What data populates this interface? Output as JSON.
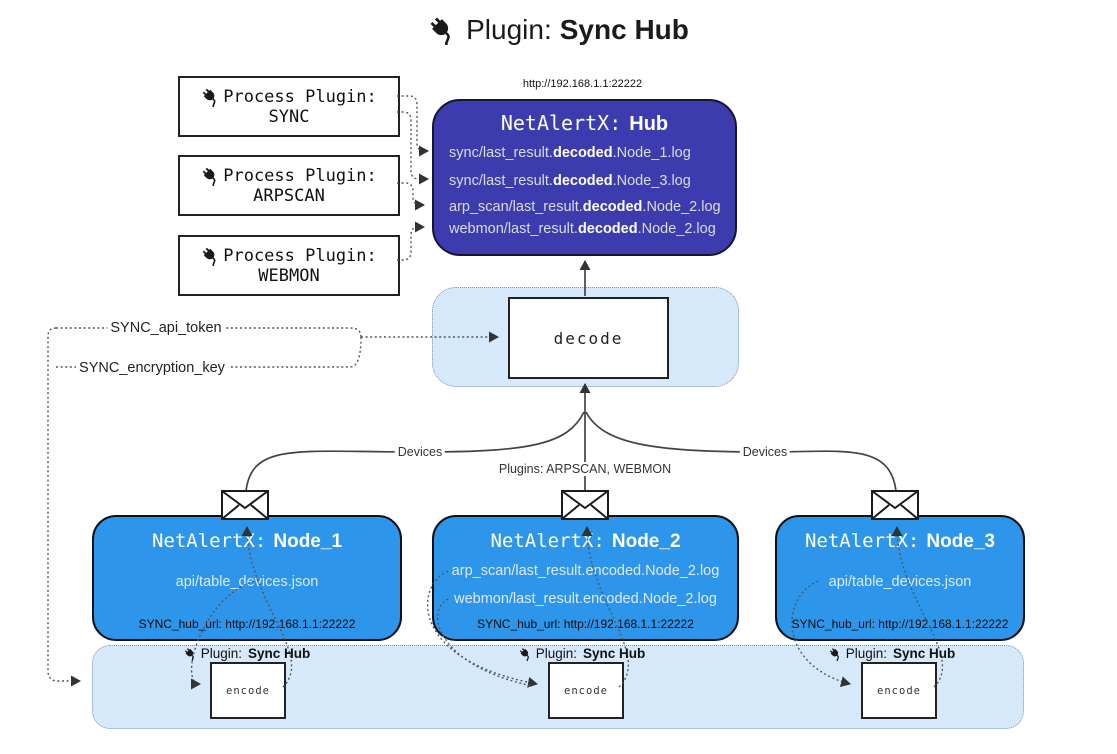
{
  "title": {
    "icon": "plug-icon",
    "prefix": "Plugin:",
    "bold": "Sync Hub"
  },
  "hub": {
    "url": "http://192.168.1.1:22222",
    "name_mono": "NetAlertX:",
    "name_bold": "Hub",
    "rows": [
      {
        "pre": "sync/last_result.",
        "bold": "decoded",
        "post": ".Node_1.log"
      },
      {
        "pre": "sync/last_result.",
        "bold": "decoded",
        "post": ".Node_3.log"
      },
      {
        "pre": "arp_scan/last_result.",
        "bold": "decoded",
        "post": ".Node_2.log"
      },
      {
        "pre": "webmon/last_result.",
        "bold": "decoded",
        "post": ".Node_2.log"
      }
    ]
  },
  "process_plugins": [
    {
      "label": "Process Plugin:",
      "name": "SYNC"
    },
    {
      "label": "Process Plugin:",
      "name": "ARPSCAN"
    },
    {
      "label": "Process Plugin:",
      "name": "WEBMON"
    }
  ],
  "settings": {
    "api_token": "SYNC_api_token",
    "encryption_key": "SYNC_encryption_key"
  },
  "decode_label": "decode",
  "edge_labels": {
    "devices_left": "Devices",
    "plugins_mid": "Plugins: ARPSCAN, WEBMON",
    "devices_right": "Devices"
  },
  "nodes": [
    {
      "name_mono": "NetAlertX:",
      "name_bold": "Node_1",
      "rows": [
        "api/table_devices.json"
      ],
      "hub_url": "SYNC_hub_url: http://192.168.1.1:22222"
    },
    {
      "name_mono": "NetAlertX:",
      "name_bold": "Node_2",
      "rows": [
        "arp_scan/last_result.encoded.Node_2.log",
        "webmon/last_result.encoded.Node_2.log"
      ],
      "hub_url": "SYNC_hub_url: http://192.168.1.1:22222"
    },
    {
      "name_mono": "NetAlertX:",
      "name_bold": "Node_3",
      "rows": [
        "api/table_devices.json"
      ],
      "hub_url": "SYNC_hub_url: http://192.168.1.1:22222"
    }
  ],
  "encode_panel": {
    "plugin_prefix": "Plugin:",
    "plugin_bold": "Sync Hub",
    "encode_label": "encode"
  },
  "colors": {
    "hub_bg": "#3c3caf",
    "node_bg": "#2e96ea",
    "panel_bg": "#d6e9fb",
    "line": "#444444"
  }
}
